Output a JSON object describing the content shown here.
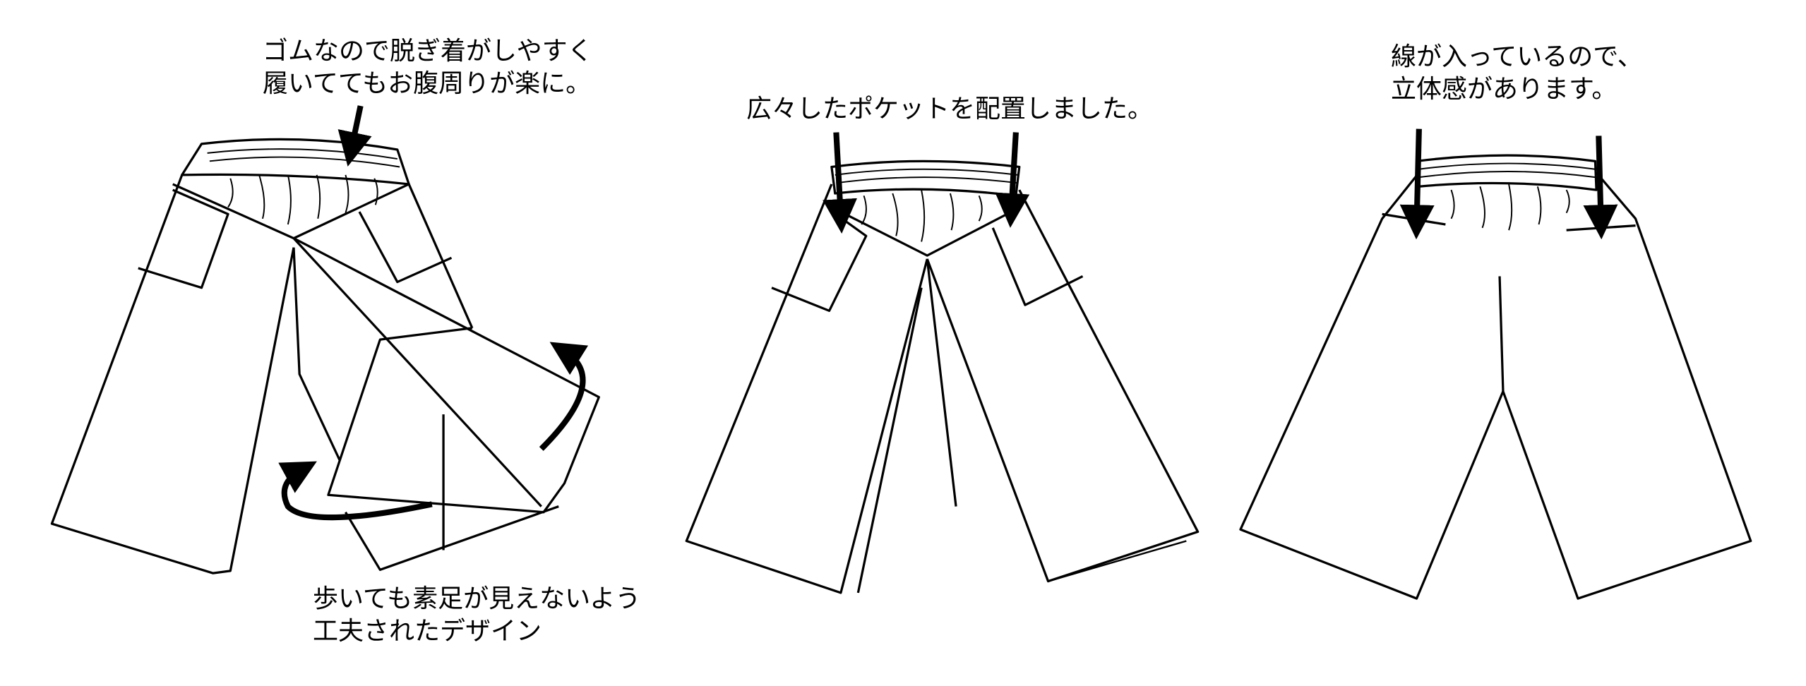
{
  "annotations": {
    "waistband": {
      "lines": [
        "ゴムなので脱ぎ着がしやすく",
        "履いててもお腹周りが楽に。"
      ]
    },
    "pocket": {
      "lines": [
        "広々したポケットを配置しました。"
      ]
    },
    "back_seam": {
      "lines": [
        "線が入っているので、",
        "立体感があります。"
      ]
    },
    "wrap_flap": {
      "lines": [
        "歩いても素足が見えないよう",
        "工夫されたデザイン"
      ]
    }
  },
  "colors": {
    "line": "#000000",
    "background": "#ffffff"
  }
}
